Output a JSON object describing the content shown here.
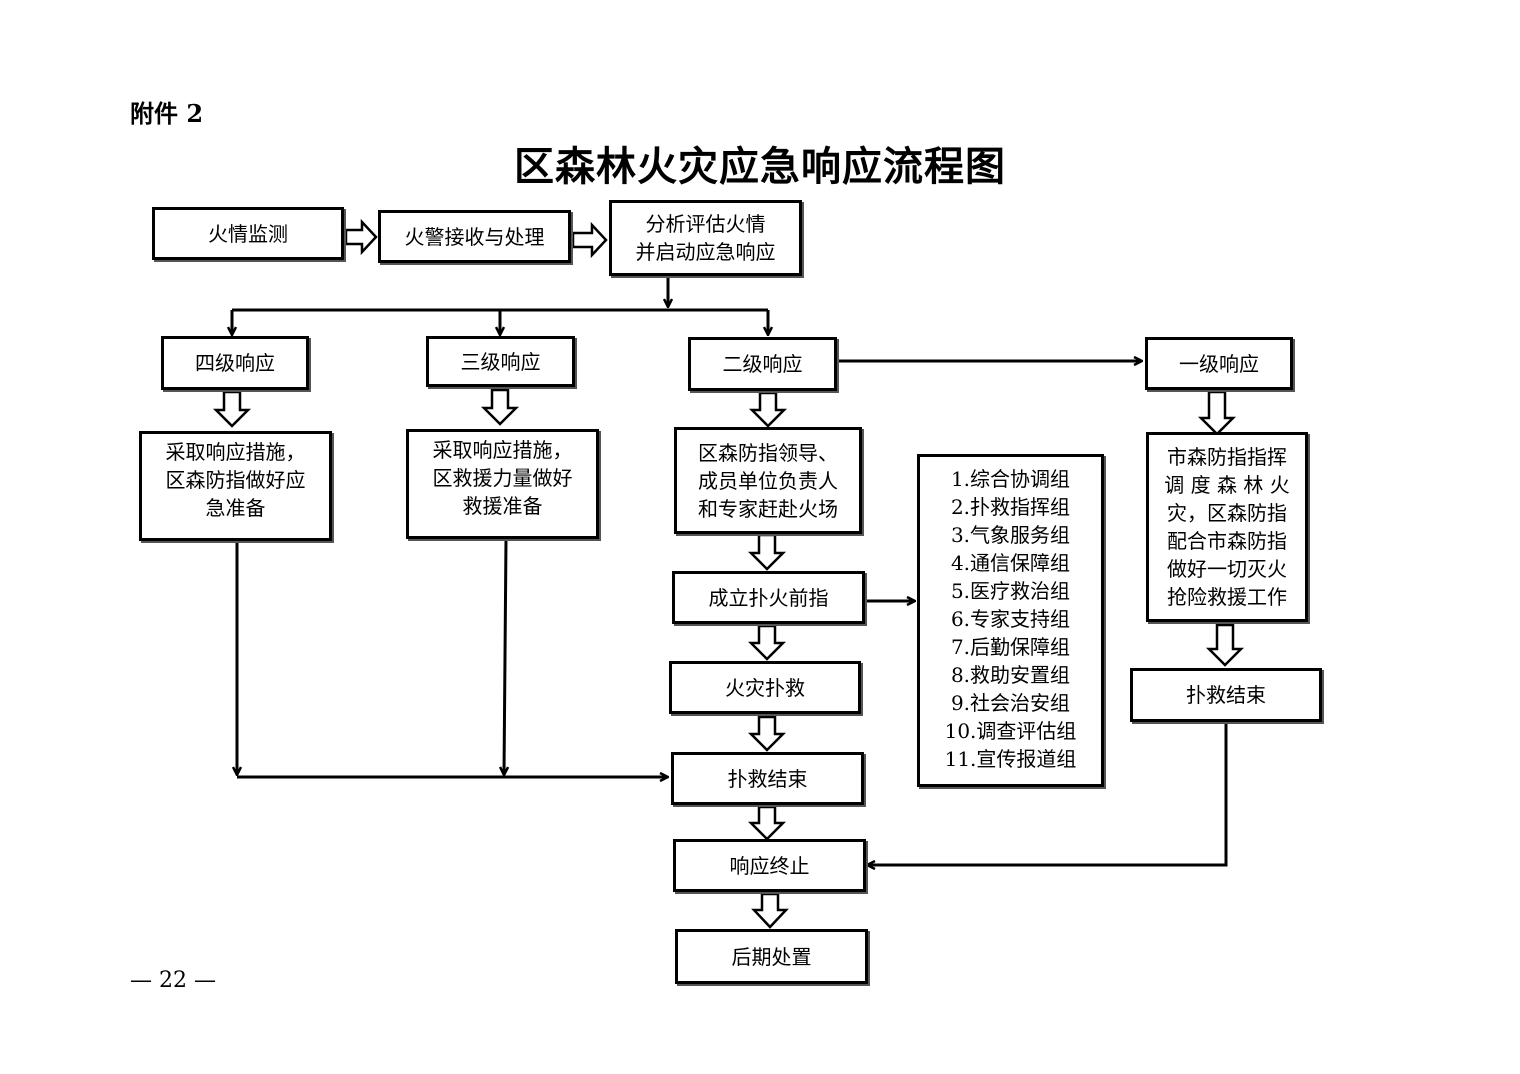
{
  "header": {
    "attachment_label": "附件 2",
    "title": "区森林火灾应急响应流程图"
  },
  "footer": {
    "page_number": "— 22 —"
  },
  "nodes": {
    "fire_monitoring": "火情监测",
    "alarm_receive": "火警接收与处理",
    "analyze_assess": "分析评估火情\n并启动应急响应",
    "level4": "四级响应",
    "level3": "三级响应",
    "level2": "二级响应",
    "level1": "一级响应",
    "level4_measures": "采取响应措施，\n区森防指做好应\n急准备",
    "level3_measures": "采取响应措施，\n区救援力量做好\n救援准备",
    "level2_leaders": "区森防指领导、\n成员单位负责人\n和专家赶赴火场",
    "level1_command": "市森防指指挥\n调 度 森 林 火\n灾，区森防指\n配合市森防指\n做好一切灭火\n抢险救援工作",
    "front_command": "成立扑火前指",
    "fire_fighting": "火灾扑救",
    "rescue_end": "扑救结束",
    "rescue_end_level1": "扑救结束",
    "response_end": "响应终止",
    "aftermath": "后期处置"
  },
  "groups": [
    "1.综合协调组",
    "2.扑救指挥组",
    "3.气象服务组",
    "4.通信保障组",
    "5.医疗救治组",
    "6.专家支持组",
    "7.后勤保障组",
    "8.救助安置组",
    "9.社会治安组",
    "10.调查评估组",
    "11.宣传报道组"
  ]
}
